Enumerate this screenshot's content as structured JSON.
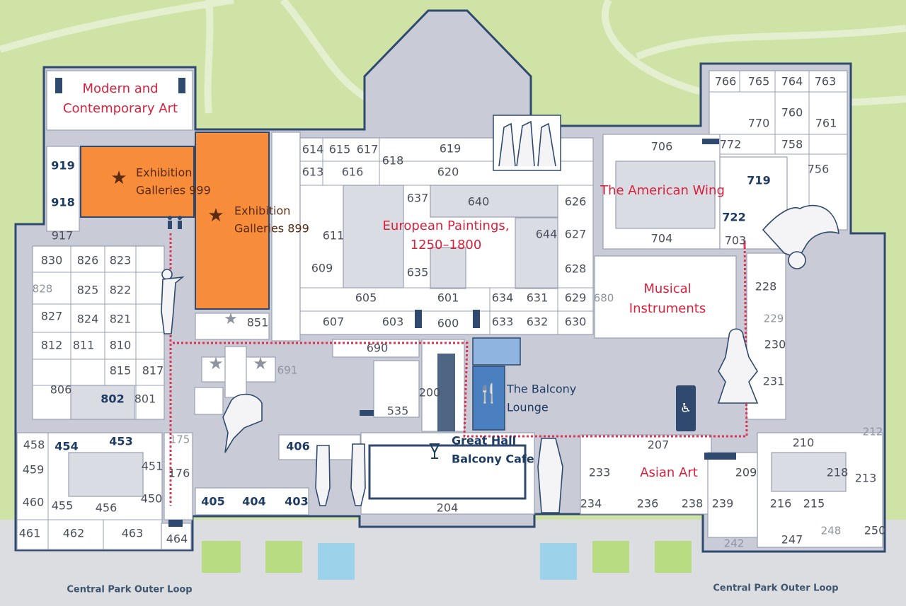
{
  "roads": {
    "left": "Central Park Outer Loop",
    "right": "Central Park Outer Loop"
  },
  "departments": {
    "modern_line1": "Modern and",
    "modern_line2": "Contemporary Art",
    "european_line1": "European Paintings,",
    "european_line2": "1250–1800",
    "american": "The American Wing",
    "musical_line1": "Musical",
    "musical_line2": "Instruments",
    "asian": "Asian Art"
  },
  "exhibitions": {
    "e999_line1": "Exhibition",
    "e999_line2": "Galleries 999",
    "e899_line1": "Exhibition",
    "e899_line2": "Galleries 899"
  },
  "amenities": {
    "balcony_lounge_line1": "The Balcony",
    "balcony_lounge_line2": "Lounge",
    "great_hall_line1": "Great Hall",
    "great_hall_line2": "Balcony Cafe"
  },
  "gallery_numbers": {
    "g919": "919",
    "g918": "918",
    "g917": "917",
    "g830": "830",
    "g826": "826",
    "g823": "823",
    "g828": "828",
    "g825": "825",
    "g822": "822",
    "g827": "827",
    "g824": "824",
    "g821": "821",
    "g812": "812",
    "g811": "811",
    "g810": "810",
    "g815": "815",
    "g817": "817",
    "g806": "806",
    "g802": "802",
    "g801": "801",
    "g851": "851",
    "g691": "691",
    "g614": "614",
    "g615": "615",
    "g617": "617",
    "g618": "618",
    "g619": "619",
    "g613": "613",
    "g616": "616",
    "g620": "620",
    "g637": "637",
    "g640": "640",
    "g626": "626",
    "g611": "611",
    "g644": "644",
    "g627": "627",
    "g609": "609",
    "g635": "635",
    "g628": "628",
    "g605": "605",
    "g601": "601",
    "g634": "634",
    "g631": "631",
    "g629": "629",
    "g607": "607",
    "g603": "603",
    "g600": "600",
    "g633": "633",
    "g632": "632",
    "g630": "630",
    "g690": "690",
    "g535": "535",
    "g200": "200",
    "g766": "766",
    "g765": "765",
    "g764": "764",
    "g763": "763",
    "g760": "760",
    "g770": "770",
    "g761": "761",
    "g706": "706",
    "g772": "772",
    "g758": "758",
    "g756": "756",
    "g719": "719",
    "g722": "722",
    "g704": "704",
    "g703": "703",
    "g680": "680",
    "g228": "228",
    "g229": "229",
    "g230": "230",
    "g231": "231",
    "g212": "212",
    "g210": "210",
    "g207": "207",
    "g233": "233",
    "g209": "209",
    "g218": "218",
    "g213": "213",
    "g234": "234",
    "g236": "236",
    "g238": "238",
    "g239": "239",
    "g216": "216",
    "g215": "215",
    "g242": "242",
    "g247": "247",
    "g248": "248",
    "g250": "250",
    "g458": "458",
    "g454": "454",
    "g453": "453",
    "g459": "459",
    "g451": "451",
    "g460": "460",
    "g455": "455",
    "g456": "456",
    "g450": "450",
    "g461": "461",
    "g462": "462",
    "g463": "463",
    "g464": "464",
    "g175": "175",
    "g176": "176",
    "g406": "406",
    "g405": "405",
    "g404": "404",
    "g403": "403",
    "g204": "204"
  },
  "colors": {
    "park": "#cfe3a6",
    "building_fill": "#c9cbd6",
    "building_outline": "#2f4a6e",
    "room": "#ffffff",
    "exhibition": "#f78d3a",
    "department_label": "#d9213c",
    "route": "#e0304f",
    "dining": "#4a7fc0",
    "water": "#9dd3ea"
  },
  "icons": [
    "star-icon",
    "restroom-icon",
    "stairs-icon",
    "dining-icon",
    "wine-glass-icon",
    "accessible-restroom-icon",
    "statue-icon",
    "eagle-sculpture-icon",
    "buddha-statue-icon",
    "helmet-sculpture-icon",
    "frieze-icon"
  ]
}
